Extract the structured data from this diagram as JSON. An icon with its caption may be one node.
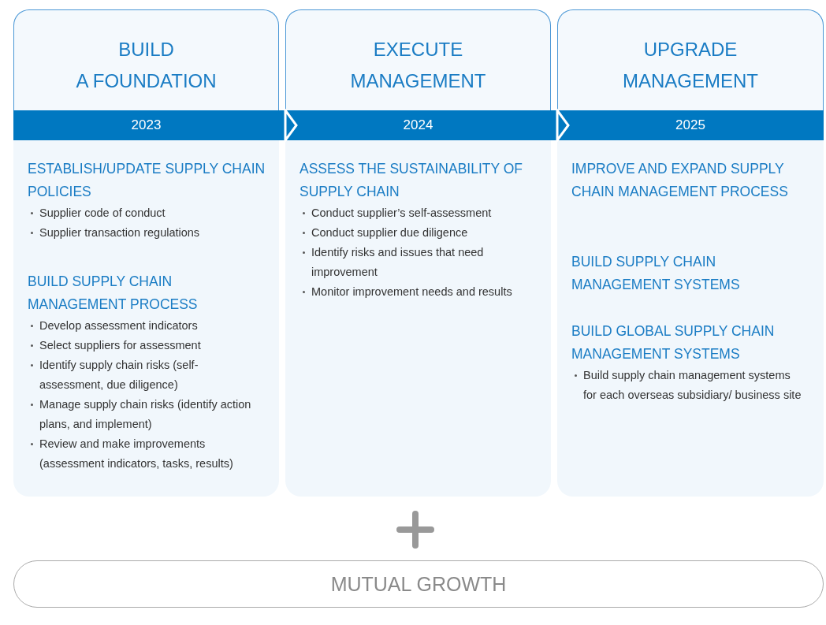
{
  "diagram": {
    "nodes": [
      {
        "text": [
          "BUILD A FOUNDATION",
          "2023"
        ]
      },
      {
        "text": [
          "ESTABLISH/UPDATE SUPPLY CHAIN POLICIES",
          "Supplier code of conduct",
          "Supplier transaction regulations"
        ],
        "in": 0
      },
      {
        "text": [
          "BUILD SUPPLY CHAIN MANAGEMENT PROCESS",
          "Develop assessment indicators",
          "Select suppliers for assessment",
          "Identify supply chain risks (self-assessment, due diligence)",
          "Manage supply chain risks (identify action plans, and implement)",
          "Review and make improvements (assessment indicators, tasks, results)"
        ],
        "in": 0
      },
      {
        "text": [
          "EXECUTE MANAGEMENT",
          "2024"
        ]
      },
      {
        "text": [
          "ASSESS THE SUSTAINABILITY OF SUPPLY CHAIN",
          "Conduct supplier’s self-assessment",
          "Conduct supplier due diligence",
          "Identify risks and issues that need improvement",
          "Monitor improvement needs and results"
        ],
        "in": 3
      },
      {
        "text": [
          "UPGRADE MANAGEMENT",
          "2025"
        ]
      },
      {
        "text": [
          "IMPROVE AND EXPAND SUPPLY CHAIN MANAGEMENT PROCESS"
        ],
        "in": 5
      },
      {
        "text": [
          "BUILD SUPPLY CHAIN MANAGEMENT SYSTEMS"
        ],
        "in": 5
      },
      {
        "text": [
          "BUILD GLOBAL SUPPLY CHAIN MANAGEMENT SYSTEMS",
          "Build supply chain management systems for each overseas subsidiary/ business site"
        ],
        "in": 5
      },
      {
        "text": [
          "MUTUAL GROWTH"
        ]
      }
    ],
    "edges": [
      {
        "from": 0,
        "to": 3,
        "arrow": "to"
      },
      {
        "from": 3,
        "to": 5,
        "arrow": "to"
      }
    ]
  }
}
